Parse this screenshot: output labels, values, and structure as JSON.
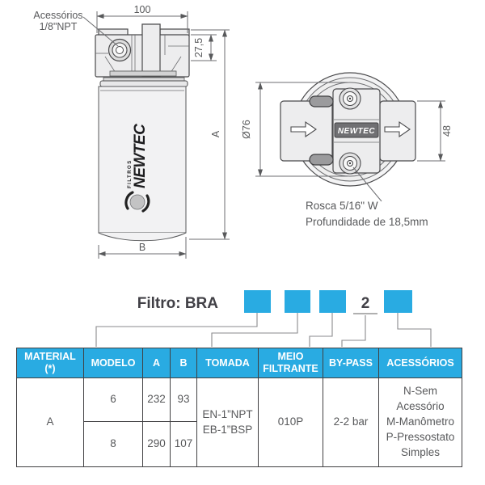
{
  "colors": {
    "accent": "#29abe2",
    "table_border": "#414042",
    "body_text": "#58595b",
    "drawing_line": "#4a4a4c"
  },
  "drawing": {
    "side_view": {
      "accessories_label_line1": "Acessórios",
      "accessories_label_line2": "1/8\"NPT",
      "dim_head_width": "100",
      "dim_head_height": "27,5",
      "dim_total_height": "A",
      "dim_body_width": "B",
      "logo_small": "FILTROS",
      "logo_main": "NEWTEC"
    },
    "top_view": {
      "dim_diameter": "Ø76",
      "dim_port_height": "48",
      "brand": "NEWTEC",
      "thread_note_line1": "Rosca 5/16\" W",
      "thread_note_line2": "Profundidade de 18,5mm"
    }
  },
  "code": {
    "label": "Filtro: BRA",
    "fixed_digit": "2"
  },
  "table": {
    "headers": {
      "material": "MATERIAL\n(*)",
      "modelo": "MODELO",
      "a": "A",
      "b": "B",
      "tomada": "TOMADA",
      "meio": "MEIO\nFILTRANTE",
      "bypass": "BY-PASS",
      "acessorios": "ACESSÓRIOS"
    },
    "material": "A",
    "rows": [
      {
        "modelo": "6",
        "a": "232",
        "b": "93"
      },
      {
        "modelo": "8",
        "a": "290",
        "b": "107"
      }
    ],
    "tomada": "EN-1”NPT\nEB-1”BSP",
    "meio_filtrante": "010P",
    "by_pass": "2-2 bar",
    "acessorios": "N-Sem\nAcessório\nM-Manômetro\nP-Pressostato\nSimples"
  }
}
